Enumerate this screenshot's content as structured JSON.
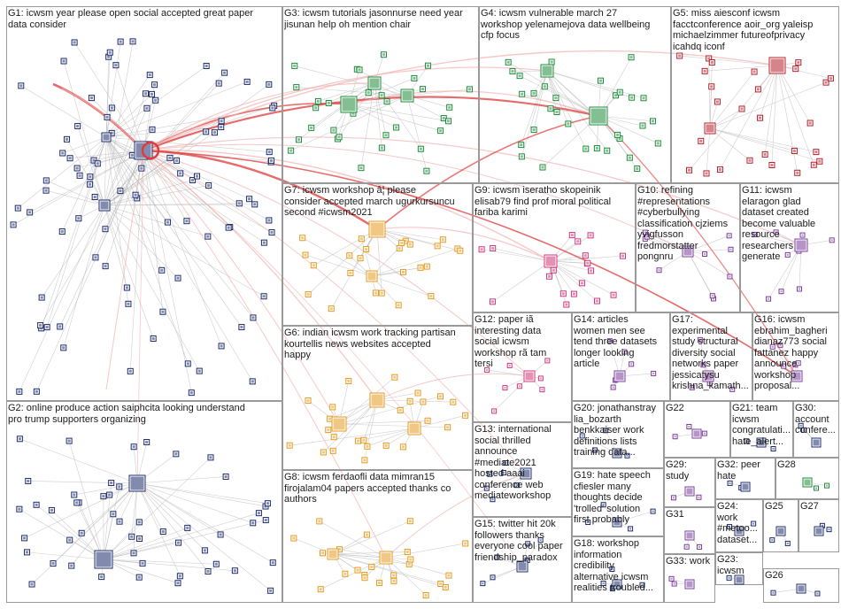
{
  "colors": {
    "background": "#ffffff",
    "box_border": "#9a9a9a",
    "edge_strong": "#e03a3a",
    "edge_light": "#f2b0b0",
    "edge_gray": "#b9b9b9",
    "node_dark": "#1c2b6b",
    "node_green": "#1e8a3a",
    "node_red": "#b3202a",
    "node_orange": "#e39a1f",
    "node_purple": "#7a3c9a",
    "node_pink": "#d0367a"
  },
  "groups": [
    {
      "id": "G1",
      "label": "G1: icwsm year please open social accepted great paper\ndata consider"
    },
    {
      "id": "G2",
      "label": "G2: online produce action saiphcita looking understand\npro trump supporters organizing"
    },
    {
      "id": "G3",
      "label": "G3: icwsm tutorials jasonnurse need year\njisunan help oh mention chair"
    },
    {
      "id": "G4",
      "label": "G4: icwsm vulnerable march 27\nworkshop yelenamejova data wellbeing\ncfp focus"
    },
    {
      "id": "G5",
      "label": "G5: miss aiesconf icwsm\nfacctconference aoir_org yaleisp\nmichaelzimmer futureofprivacy\nicahdq iconf"
    },
    {
      "id": "G6",
      "label": "G6: indian icwsm work tracking partisan\nkourtellis news websites accepted\nhappy"
    },
    {
      "id": "G7",
      "label": "G7: icwsm workshop â¦ please\nconsider accepted march ugurkursuncu\nsecond #icwsm2021"
    },
    {
      "id": "G8",
      "label": "G8: icwsm ferdaofli data mimran15\nfirojalam04 papers accepted thanks co\nauthors"
    },
    {
      "id": "G9",
      "label": "G9: icwsm iseratho skopeinik\nelisab79 find prof moral political\nfariba karimi"
    },
    {
      "id": "G10",
      "label": "G10: refining\n#representations\n#cyberbullying\nclassification cjziems\nyvigfusson\nfredmorstatter\npongnru"
    },
    {
      "id": "G11",
      "label": "G11: icwsm\nelaragon glad\ndataset created\nbecome valuable\nresource\nresearchers\ngenerate"
    },
    {
      "id": "G12",
      "label": "G12: paper iã\ninteresting data\nsocial icwsm\nworkshop rã tam\ntersi"
    },
    {
      "id": "G13",
      "label": "G13: international\nsocial thrilled\nannounce\n#mediate2021\nhosted aaai\nconference web\nmediateworkshop"
    },
    {
      "id": "G14",
      "label": "G14: articles\nwomen men see\ntend three datasets\nlonger looking\narticle"
    },
    {
      "id": "G15",
      "label": "G15: twitter hit 20k\nfollowers thanks\neveryone cool paper\nfriendship_paradox"
    },
    {
      "id": "G16",
      "label": "G16: icwsm\nebrahim_bagheri\ndianaz773 social\nfattanez happy\nannounce\nworkshop\nproposal..."
    },
    {
      "id": "G17",
      "label": "G17:\nexperimental\nstudy structural\ndiversity social\nnetworks paper\njessicatysu\nkrishna_kamath..."
    },
    {
      "id": "G18",
      "label": "G18: workshop\ninformation\ncredibility\nalternative icwsm\nrealities troubled..."
    },
    {
      "id": "G19",
      "label": "G19: hate speech\ncfiesler many\nthoughts decide\n'trolled' solution\nfirst probably"
    },
    {
      "id": "G20",
      "label": "G20: jonathanstray\nlia_bozarth\nbenkkaiser work\ndefinitions lists\ntraining data..."
    },
    {
      "id": "G21",
      "label": "G21: team\nicwsm\ncongratulati...\nhate_alert..."
    },
    {
      "id": "G22",
      "label": "G22"
    },
    {
      "id": "G23",
      "label": "G23:\nicwsm"
    },
    {
      "id": "G24",
      "label": "G24:\nwork\n#metoo...\ndataset..."
    },
    {
      "id": "G25",
      "label": "G25"
    },
    {
      "id": "G26",
      "label": "G26"
    },
    {
      "id": "G27",
      "label": "G27"
    },
    {
      "id": "G28",
      "label": "G28"
    },
    {
      "id": "G29",
      "label": "G29:\nstudy"
    },
    {
      "id": "G30",
      "label": "G30:\naccount\nconfere..."
    },
    {
      "id": "G31",
      "label": "G31"
    },
    {
      "id": "G32",
      "label": "G32: peer\nhate"
    },
    {
      "id": "G33",
      "label": "G33: work"
    }
  ]
}
